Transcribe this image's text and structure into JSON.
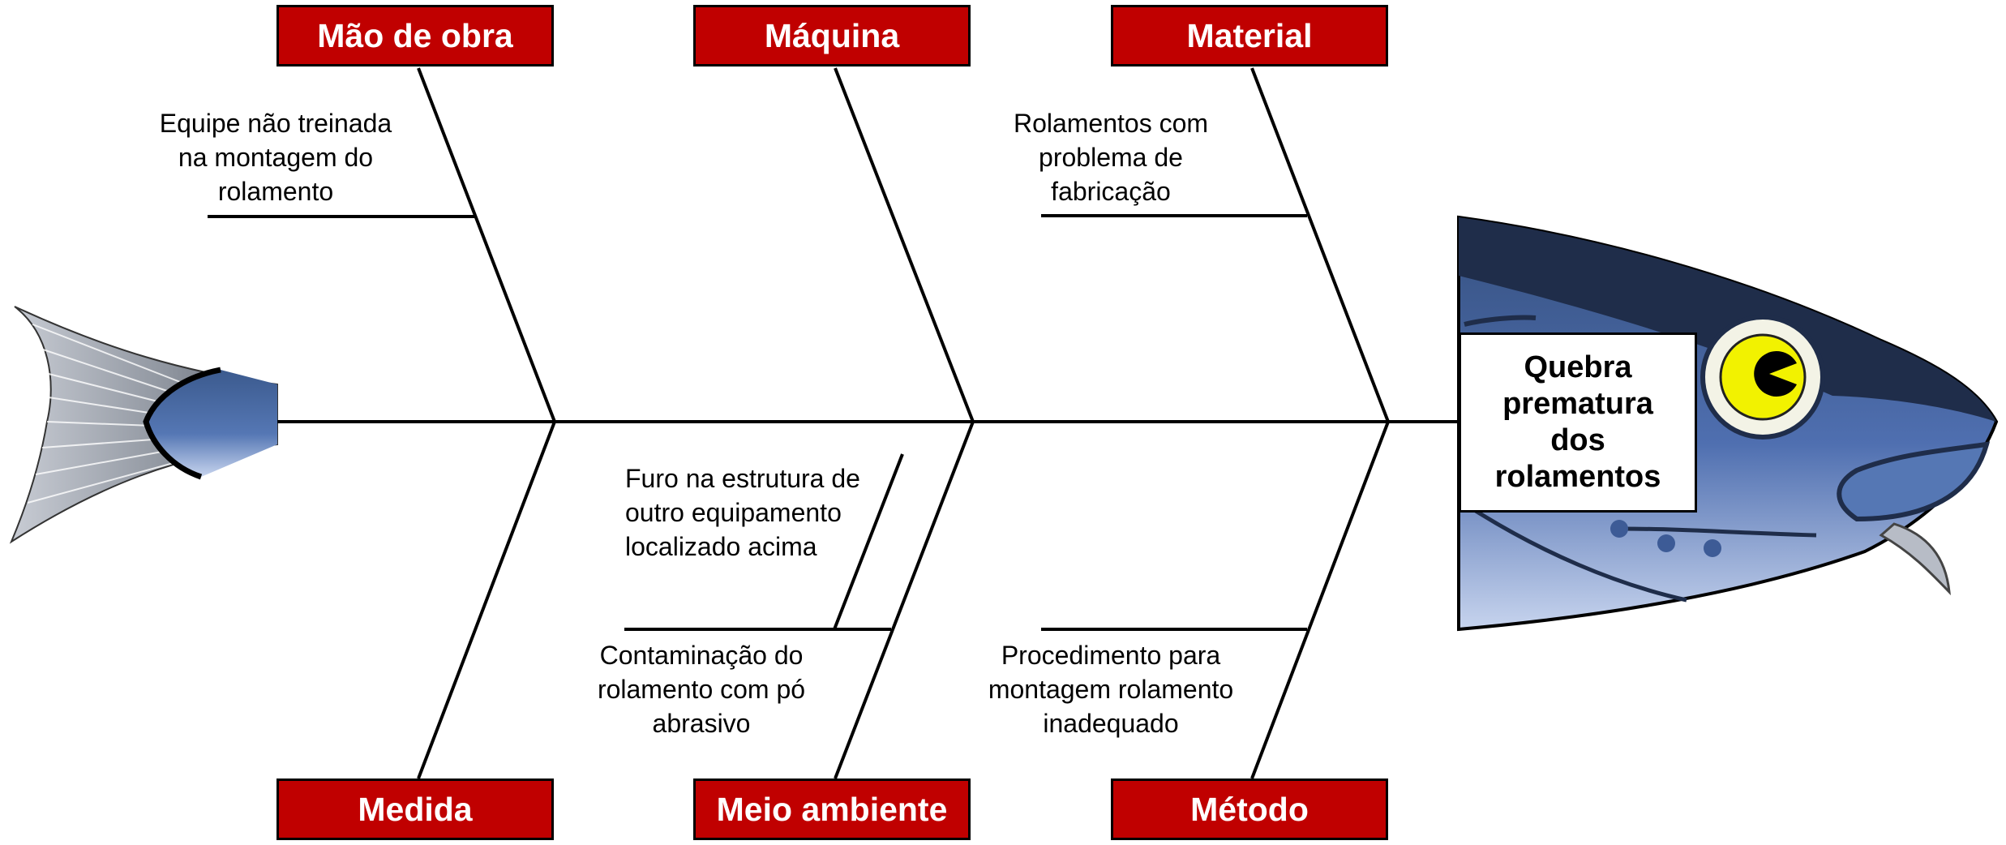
{
  "effect": "Quebra\nprematura\ndos\nrolamentos",
  "categories": {
    "mao_de_obra": "Mão de obra",
    "maquina": "Máquina",
    "material": "Material",
    "medida": "Medida",
    "meio_ambiente": "Meio ambiente",
    "metodo": "Método"
  },
  "causes": {
    "mao_de_obra_1": "Equipe não treinada\nna montagem do\nrolamento",
    "material_1": "Rolamentos com\nproblema de\nfabricação",
    "meio_ambiente_1": "Furo na estrutura de\noutro equipamento\nlocalizado acima",
    "meio_ambiente_2": "Contaminação do\nrolamento com pó\nabrasivo",
    "metodo_1": "Procedimento para\nmontagem rolamento\ninadequado"
  },
  "colors": {
    "category_fill": "#c00000",
    "fish_dark": "#1f2d4a",
    "fish_body": "#4f6fb0",
    "fish_light": "#b8c8e8",
    "tail_gray": "#9aa0aa"
  }
}
